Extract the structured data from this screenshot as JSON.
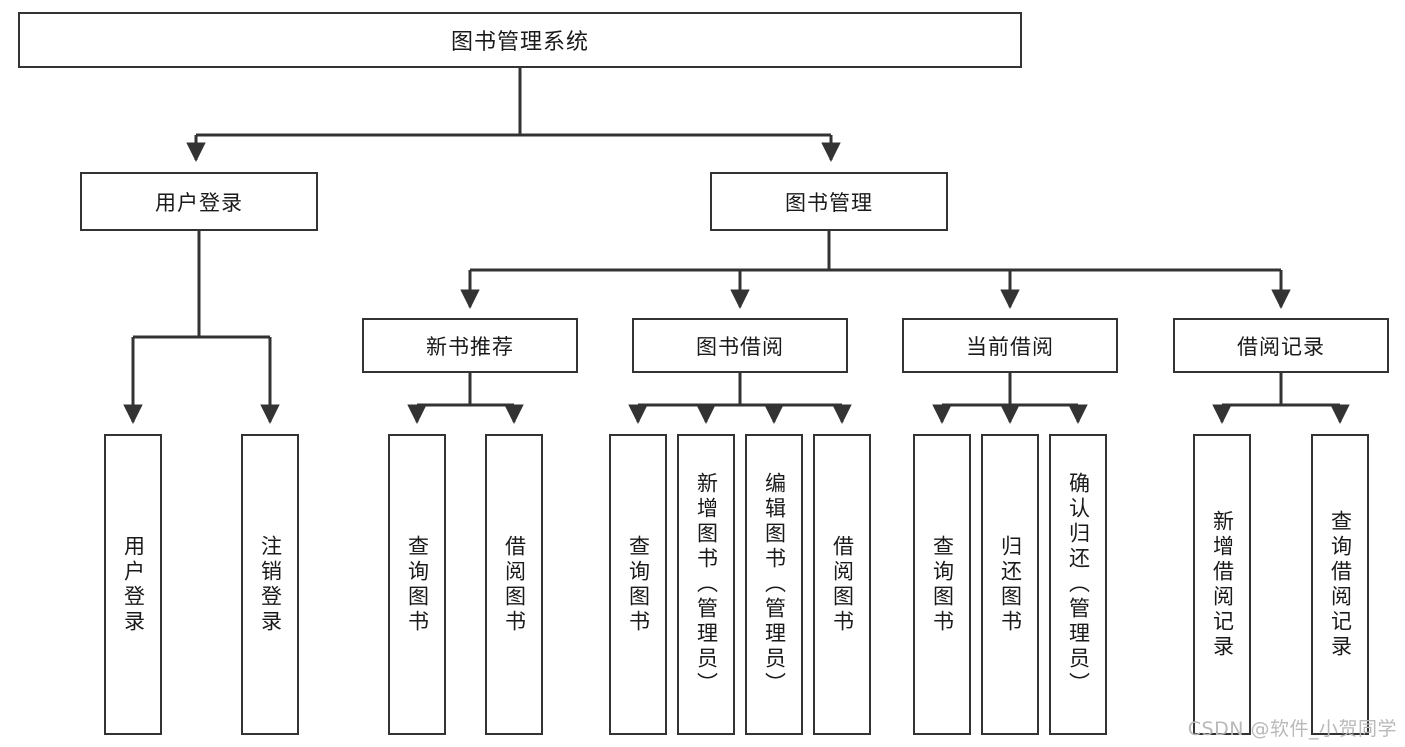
{
  "diagram": {
    "title": "图书管理系统",
    "type": "hierarchy-tree",
    "colors": {
      "stroke": "#333333",
      "fill": "#ffffff",
      "text": "#1a1a1a",
      "watermark": "#b9b9b9"
    },
    "levels": {
      "root": {
        "label": "图书管理系统"
      },
      "level2": [
        {
          "label": "用户登录"
        },
        {
          "label": "图书管理"
        }
      ],
      "level3": [
        {
          "label": "新书推荐"
        },
        {
          "label": "图书借阅"
        },
        {
          "label": "当前借阅"
        },
        {
          "label": "借阅记录"
        }
      ],
      "leaves": {
        "user_login": [
          {
            "label": "用户登录"
          },
          {
            "label": "注销登录"
          }
        ],
        "new_book_recommend": [
          {
            "label": "查询图书"
          },
          {
            "label": "借阅图书"
          }
        ],
        "book_borrow": [
          {
            "label": "查询图书"
          },
          {
            "label": "新增图书（管理员）"
          },
          {
            "label": "编辑图书（管理员）"
          },
          {
            "label": "借阅图书"
          }
        ],
        "current_borrow": [
          {
            "label": "查询图书"
          },
          {
            "label": "归还图书"
          },
          {
            "label": "确认归还（管理员）"
          }
        ],
        "borrow_record": [
          {
            "label": "新增借阅记录"
          },
          {
            "label": "查询借阅记录"
          }
        ]
      }
    }
  },
  "watermark": {
    "text": "CSDN @软件_小贺同学"
  }
}
